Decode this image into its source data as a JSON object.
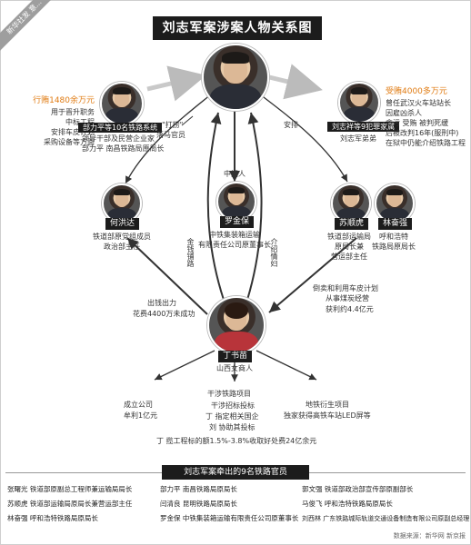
{
  "corner_tag": "新华社发 意...",
  "title": "刘志军案涉案人物关系图",
  "liu": {
    "name": ""
  },
  "upper_left": {
    "amount": "行贿1480余万元",
    "lines": [
      "用于晋升职务",
      "中标工程",
      "安排车皮计划",
      "采购设备等方面"
    ],
    "plate": "部力平等10名铁路系统",
    "plate2": "领导干部及民营企业家",
    "caption": "部力平  南昌铁路局原局长"
  },
  "upper_right": {
    "amount": "受贿4000多万元",
    "lines": [
      "曾任武汉火车站站长",
      "因雇凶杀人",
      "贪污  受贿  被判死缓",
      "后被改判16年(服刑中)",
      "在狱中仍能介绍铁路工程"
    ],
    "plate": "刘志祥等9犯罪家属",
    "caption": "刘志军弟弟"
  },
  "mid": {
    "he": {
      "plate": "何洪达",
      "caption": [
        "铁道部原党组成员",
        "政治部主任"
      ]
    },
    "luo": {
      "plate": "罗金保",
      "caption": [
        "中铁集装箱运输",
        "有限责任公司原董事长"
      ]
    },
    "su": {
      "plate": "苏顺虎",
      "caption": [
        "铁道部运输局",
        "原局长兼",
        "营运部主任"
      ]
    },
    "lin": {
      "plate": "林奋强",
      "caption": [
        "呼和浩特",
        "铁路局原局长"
      ]
    }
  },
  "ding": {
    "plate": "丁书苗",
    "caption": "山西女商人"
  },
  "edge_labels": {
    "dabao": "\"打捞\"",
    "luoma": "落马官员",
    "anpai": "安排",
    "zhongjian": "中间人",
    "qianquan": "金钱铺路",
    "jieshao": "介绍情妇",
    "chuqian": "出钱出力",
    "chuqian_amount": "花费4400万未成功",
    "daomai": "倒卖和利用车皮计划",
    "daomai2": "从事煤炭经营",
    "daomai_amount": "获利约4.4亿元",
    "chengli": "成立公司",
    "chengli_amount": "牟利1亿元",
    "ganshe": "干涉铁路项目",
    "ganshe1": "干涉招标投标",
    "ganshe2": "丁 指定相关国企",
    "ganshe3": "刘 协助其投标",
    "ganshe_amount": "丁 揽工程标的额1.5%-3.8%收取好处费24亿余元",
    "ditie": "地铁衍生项目",
    "ditie_amount": "独家获得高铁车站LED屏等"
  },
  "bottom": {
    "heading": "刘志军案牵出的9名铁路官员",
    "rows": [
      [
        "张曙光  铁道部原副总工程师兼运输局局长",
        "部力平  南昌铁路局原局长",
        "郭文强  铁道部政治部宣传部原副部长"
      ],
      [
        "苏顺虎  铁道部运输局原局长兼营运部主任",
        "闫清良  昆明铁路局原局长",
        "马俊飞  呼和浩特铁路局原局长"
      ],
      [
        "林奋强  呼和浩特铁路局原局长",
        "罗金保  中铁集装箱运输有限责任公司原董事长",
        "刘西林  广东铁路城际轨道交通设备制造有限公司原副总经理"
      ]
    ],
    "source": "数据来源：新华网  新京报"
  },
  "colors": {
    "accent": "#e07b12",
    "dark": "#1c1c1c",
    "line": "#333333",
    "gray_arrow": "#bbbbbb"
  }
}
